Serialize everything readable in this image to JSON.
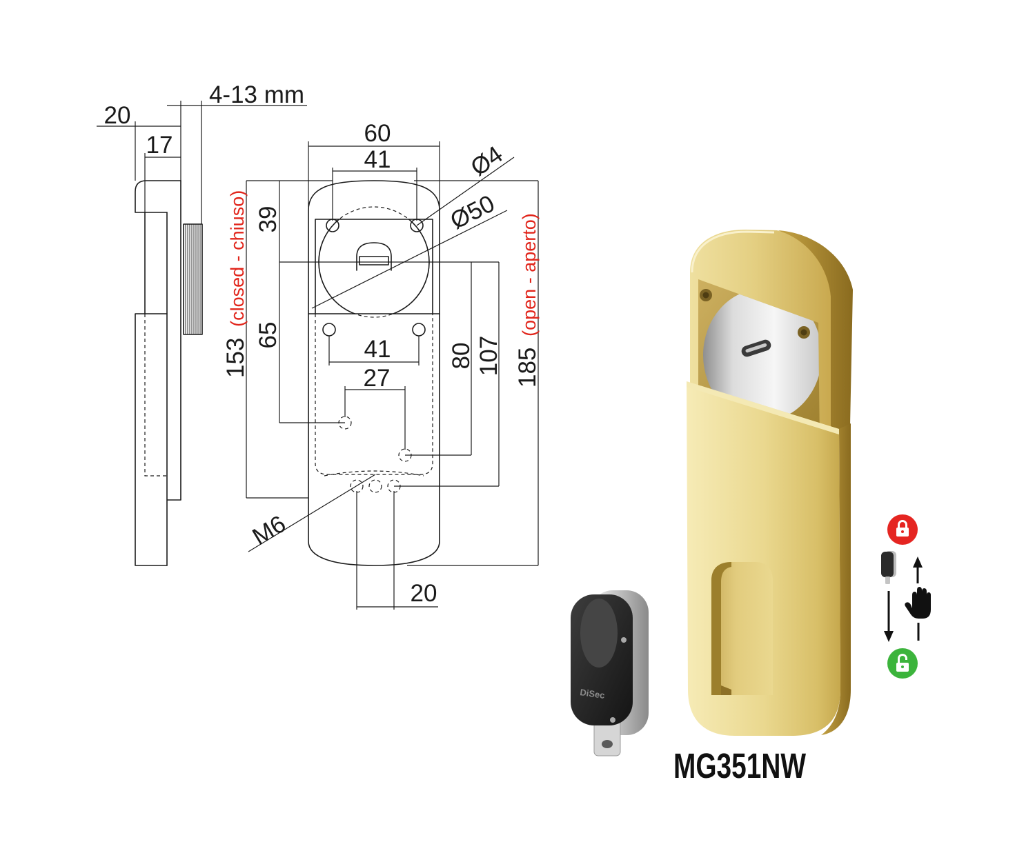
{
  "side_view": {
    "dim_total_depth": "20",
    "dim_cover_depth": "17",
    "dim_door_thickness": "4-13 mm"
  },
  "front_view": {
    "dim_width": "60",
    "dim_top_hole_spacing": "41",
    "dim_hole_diameter": "Ø4",
    "dim_cylinder_diameter": "Ø50",
    "dim_top_to_cylinder_center": "39",
    "dim_cylinder_to_lower_hole": "65",
    "dim_closed_height": "153",
    "closed_label": "(closed - chiuso)",
    "dim_middle_hole_spacing": "41",
    "dim_lower_hole_spacing": "27",
    "dim_cylinder_to_hole_a": "80",
    "dim_cylinder_to_hole_b": "107",
    "dim_open_height": "185",
    "open_label": "(open - aperto)",
    "thread_label": "M6",
    "dim_bottom_hole_spacing": "20"
  },
  "product": {
    "model": "MG351NW",
    "key_brand": "DiSec"
  },
  "legend": {
    "locked_icon": "padlock-closed-icon",
    "unlocked_icon": "padlock-open-icon",
    "key_icon": "magnetic-key-icon",
    "hand_icon": "hand-icon",
    "arrow_down_icon": "arrow-down-icon",
    "arrow_up_icon": "arrow-up-icon"
  },
  "colors": {
    "drawing_line": "#1a1a1a",
    "annotation_text": "#e1251b",
    "brass": "#dcc271",
    "locked": "#e52521",
    "unlocked": "#3cb43c",
    "key_body": "#262626"
  }
}
